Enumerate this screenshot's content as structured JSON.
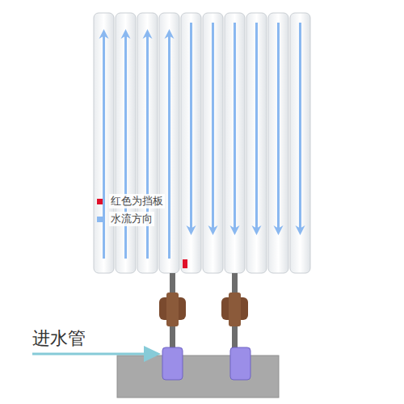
{
  "diagram": {
    "labels": [
      "进水管"
    ],
    "legend": [
      {
        "text": "红色为挡板",
        "color": "#e0102a"
      },
      {
        "text": "水流方向",
        "color": "#8ab8f0"
      }
    ]
  }
}
